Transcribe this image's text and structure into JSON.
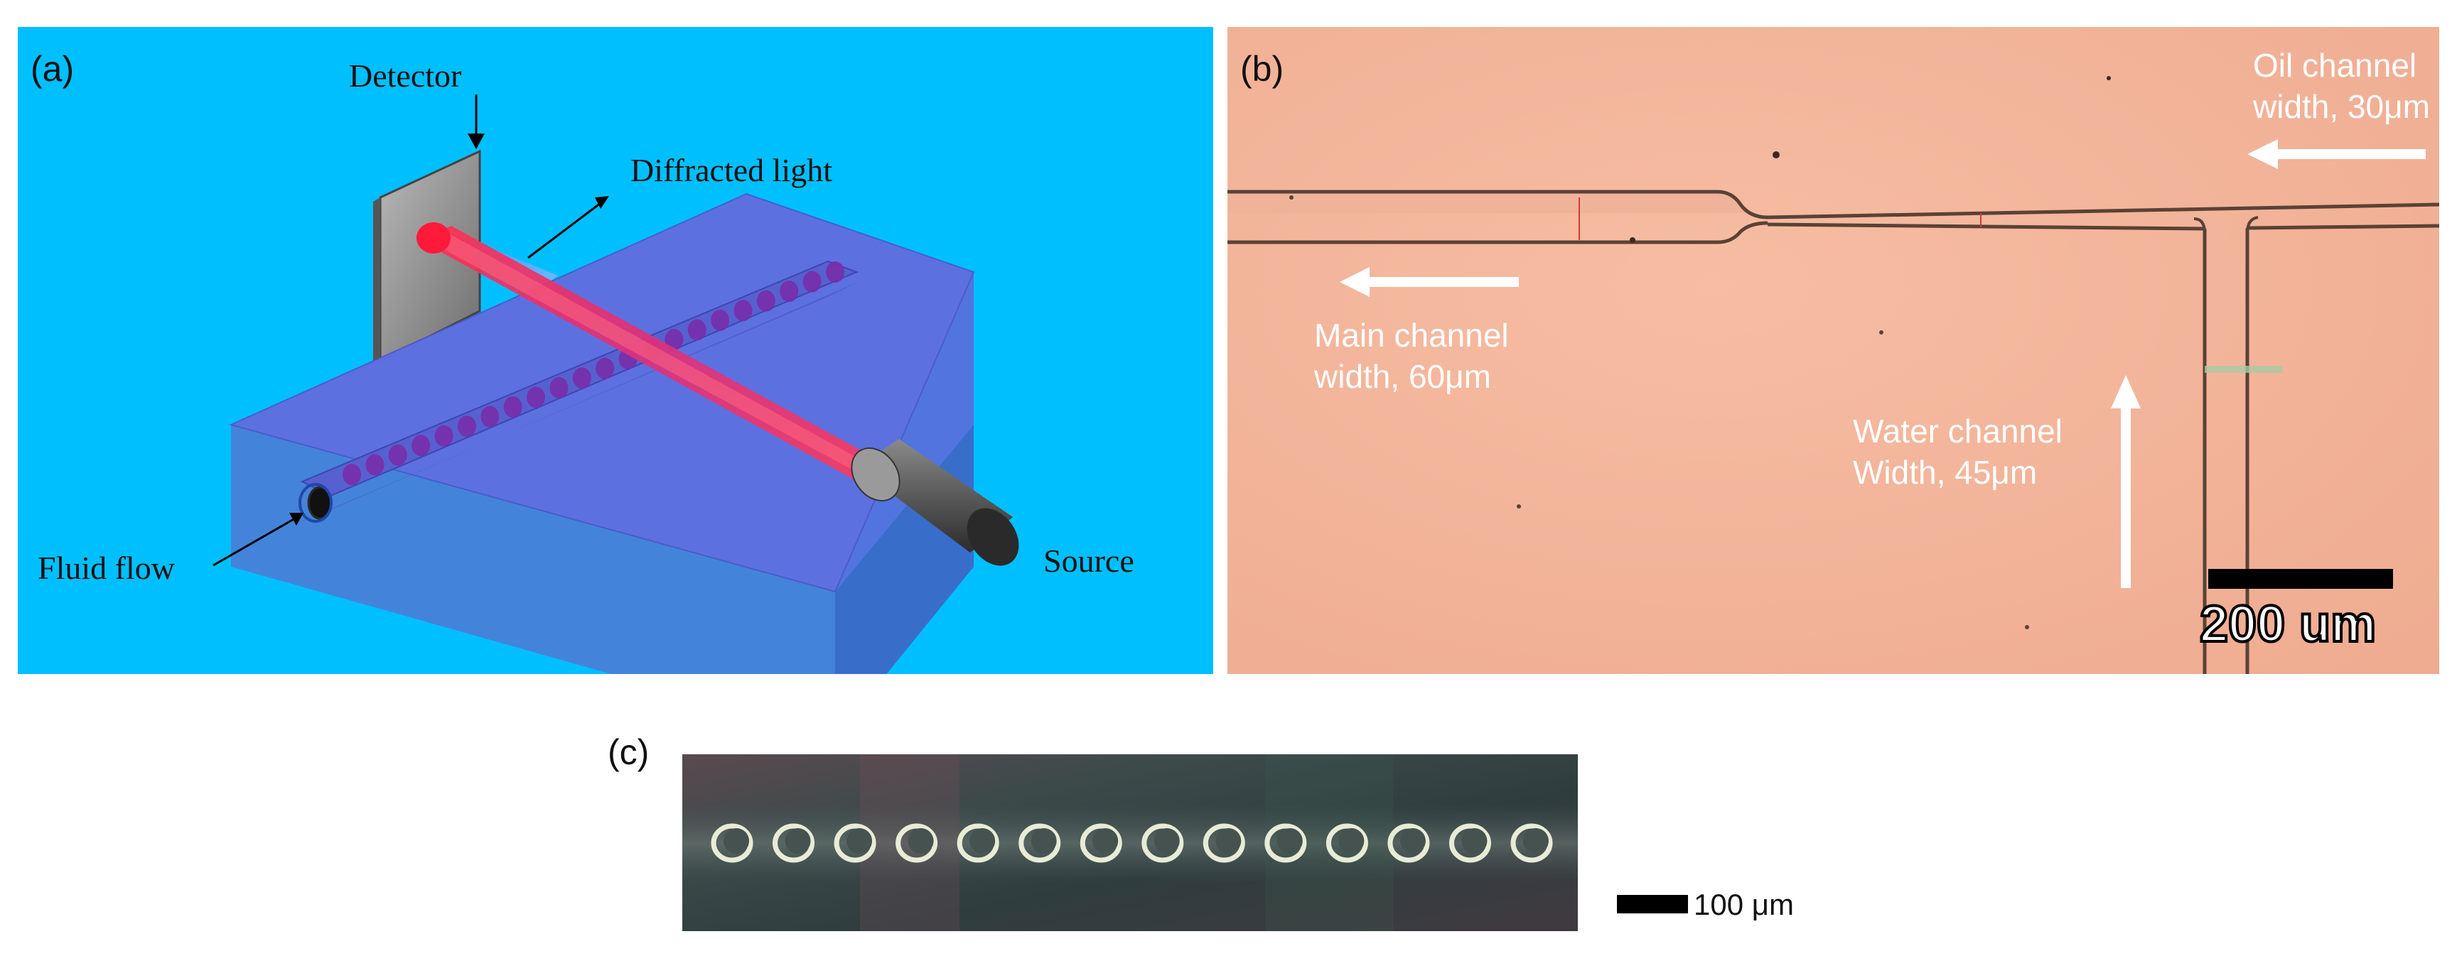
{
  "panel_a": {
    "label": "(a)",
    "detector": "Detector",
    "diffracted_light": "Diffracted light",
    "fluid_flow": "Fluid flow",
    "source": "Source",
    "colors": {
      "background": "#00bfff",
      "beam": "#ff2a4a",
      "chip": "#5a6ad8"
    }
  },
  "panel_b": {
    "label": "(b)",
    "oil_channel": [
      "Oil channel",
      "width, 30μm"
    ],
    "main_channel": [
      "Main channel",
      "width, 60μm"
    ],
    "water_channel": [
      "Water channel",
      "Width, 45μm"
    ],
    "scale_bar": "200 um",
    "colors": {
      "background": "#f2b49a"
    }
  },
  "panel_c": {
    "label": "(c)",
    "scale_bar": "100 μm",
    "droplet_count": 14
  }
}
